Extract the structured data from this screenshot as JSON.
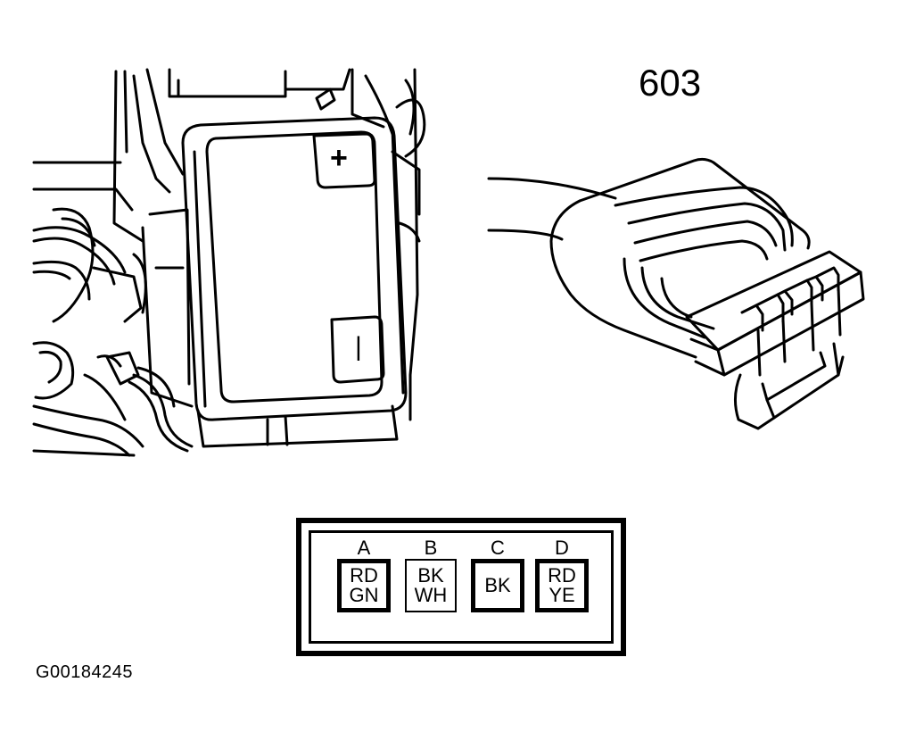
{
  "connector": {
    "id": "603"
  },
  "figure_code": "G00184245",
  "pinout": [
    {
      "pin": "A",
      "line1": "RD",
      "line2": "GN"
    },
    {
      "pin": "B",
      "line1": "BK",
      "line2": "WH"
    },
    {
      "pin": "C",
      "line1": "BK",
      "line2": ""
    },
    {
      "pin": "D",
      "line1": "RD",
      "line2": "YE"
    }
  ],
  "battery": {
    "positive_mark": "+",
    "negative_mark": "|"
  }
}
